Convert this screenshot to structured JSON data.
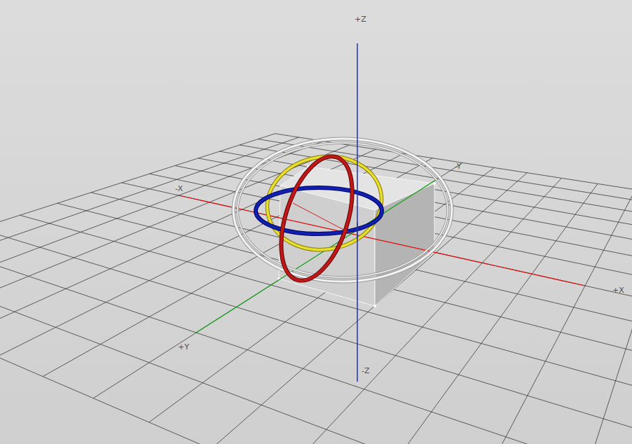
{
  "diagram": {
    "labels": [
      "+Z",
      "-Y",
      "-X",
      "+X",
      "+Y",
      "-Z"
    ]
  }
}
